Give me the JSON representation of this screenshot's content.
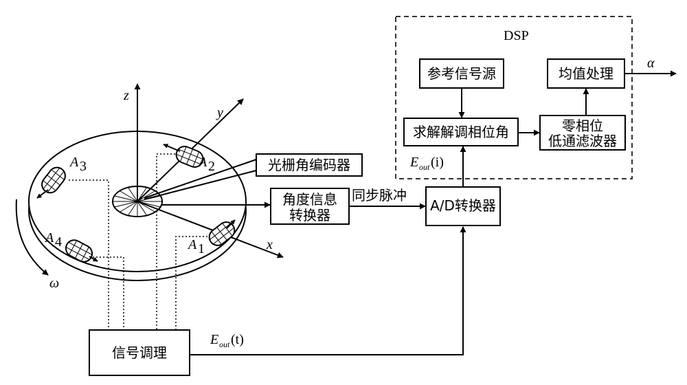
{
  "dsp": {
    "label": "DSP"
  },
  "blocks": {
    "reference_source": "参考信号源",
    "mean_processing": "均值处理",
    "demod_phase": "求解解调相位角",
    "lowpass_line1": "零相位",
    "lowpass_line2": "低通滤波器",
    "encoder": "光栅角编码器",
    "angle_conv_line1": "角度信息",
    "angle_conv_line2": "转换器",
    "adc": "A/D转换器",
    "signal_cond": "信号调理"
  },
  "labels": {
    "sync_pulse": "同步脉冲",
    "output": "α",
    "e_main": "E",
    "e_sub": "out",
    "e_i_suffix": "(i)",
    "e_t_suffix": "(t)",
    "axis_x": "x",
    "axis_y": "y",
    "axis_z": "z",
    "omega": "ω"
  },
  "sensors": [
    {
      "name": "A",
      "index": "1"
    },
    {
      "name": "A",
      "index": "2"
    },
    {
      "name": "A",
      "index": "3"
    },
    {
      "name": "A",
      "index": "4"
    }
  ],
  "colors": {
    "line": "#000000",
    "dsp_border": "#333333",
    "background": "#ffffff"
  }
}
